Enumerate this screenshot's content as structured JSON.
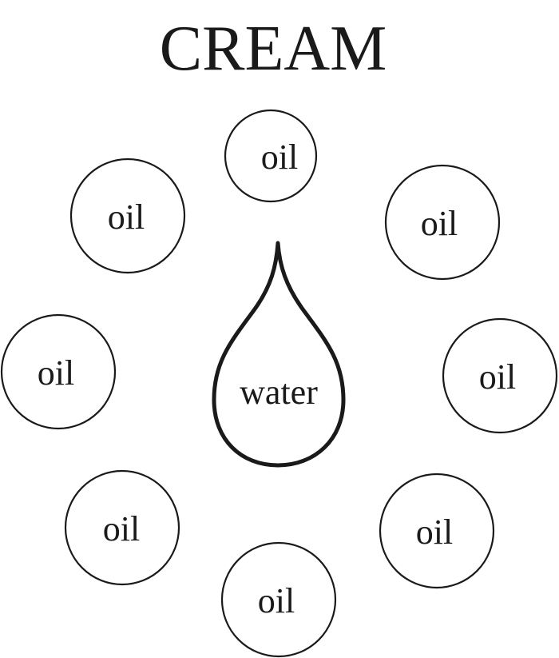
{
  "title": "CREAM",
  "center": {
    "label": "water"
  },
  "droplets": [
    {
      "label": "oil"
    },
    {
      "label": "oil"
    },
    {
      "label": "oil"
    },
    {
      "label": "oil"
    },
    {
      "label": "oil"
    },
    {
      "label": "oil"
    },
    {
      "label": "oil"
    },
    {
      "label": "oil"
    }
  ],
  "colors": {
    "ink": "#1a1a1a",
    "background": "#ffffff"
  }
}
